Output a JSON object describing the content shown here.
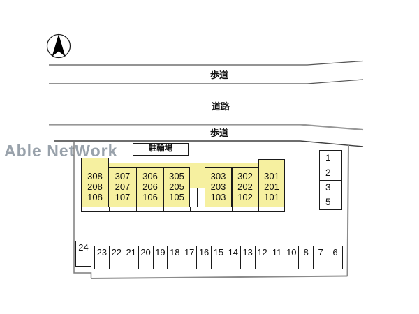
{
  "watermark": {
    "text": "Able NetWork",
    "color": "#99A2AB"
  },
  "compass": {
    "meaning": "north-arrow"
  },
  "roads": {
    "sidewalk_top": "歩道",
    "road": "道路",
    "sidewalk_bottom": "歩道"
  },
  "bike_parking": {
    "label": "駐輪場"
  },
  "building": {
    "fill": "#F6F0A0",
    "units": [
      {
        "rooms": [
          "308",
          "208",
          "108"
        ]
      },
      {
        "rooms": [
          "307",
          "207",
          "107"
        ]
      },
      {
        "rooms": [
          "306",
          "206",
          "106"
        ]
      },
      {
        "rooms": [
          "305",
          "205",
          "105"
        ]
      },
      {
        "rooms": [
          "303",
          "203",
          "103"
        ]
      },
      {
        "rooms": [
          "302",
          "202",
          "102"
        ]
      },
      {
        "rooms": [
          "301",
          "201",
          "101"
        ]
      }
    ]
  },
  "parking": {
    "side_column": [
      "1",
      "2",
      "3",
      "5"
    ],
    "separate_space": "24",
    "row": [
      "23",
      "22",
      "21",
      "20",
      "19",
      "18",
      "17",
      "16",
      "15",
      "14",
      "13",
      "12",
      "11",
      "10",
      "8",
      "7",
      "6"
    ]
  }
}
